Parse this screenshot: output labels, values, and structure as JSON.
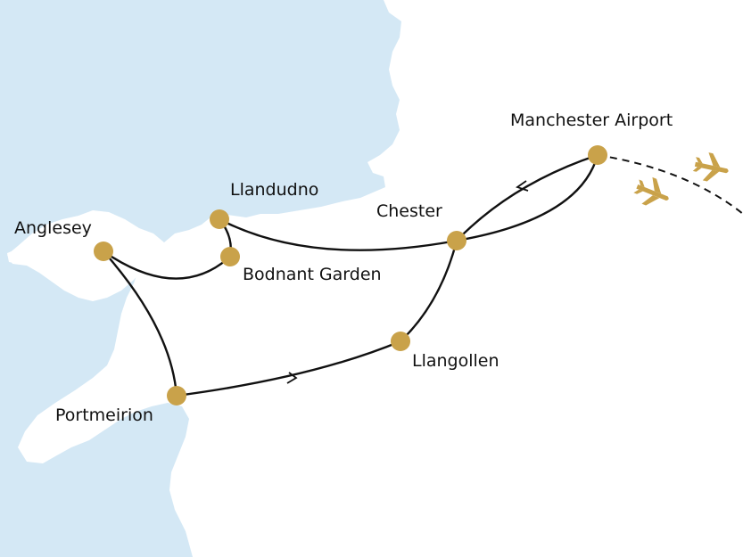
{
  "colors": {
    "sea": "#d4e8f5",
    "land": "#ffffff",
    "route": "#111111",
    "stop": "#c9a24a",
    "plane": "#c9a24a"
  },
  "icons": {
    "arrival": "airplane-icon",
    "departure": "airplane-icon"
  },
  "stops": {
    "manchester": "Manchester Airport",
    "chester": "Chester",
    "llandudno": "Llandudno",
    "anglesey": "Anglesey",
    "bodnant": "Bodnant Garden",
    "portmeirion": "Portmeirion",
    "llangollen": "Llangollen"
  }
}
